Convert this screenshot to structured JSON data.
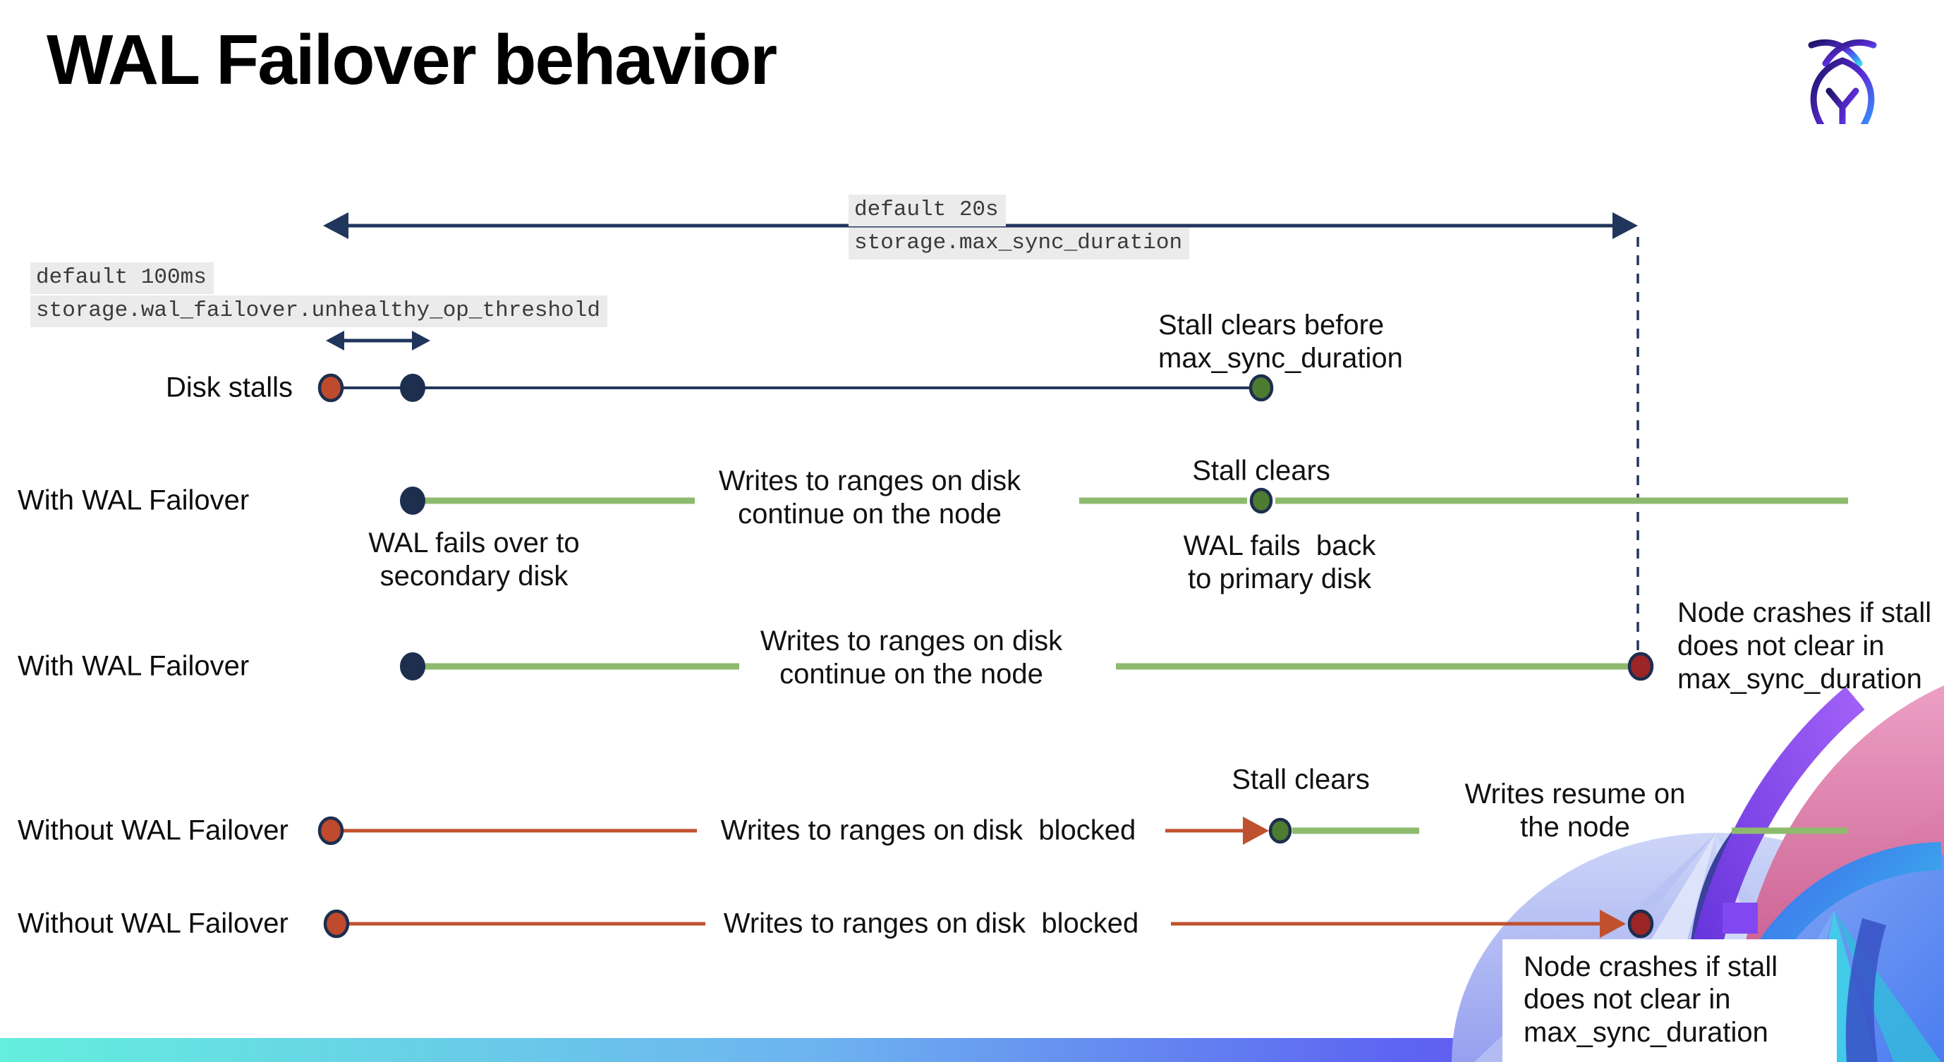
{
  "title": "WAL Failover behavior",
  "logo": {
    "name": "cockroachdb-logo"
  },
  "config_labels": {
    "max_sync_duration": {
      "default_value": "default 20s",
      "setting": "storage.max_sync_duration"
    },
    "unhealthy_op_threshold": {
      "default_value": "default 100ms",
      "setting": "storage.wal_failover.unhealthy_op_threshold"
    }
  },
  "rows": [
    {
      "label": "Disk stalls",
      "note": "Stall clears before\nmax_sync_duration"
    },
    {
      "label": "With WAL Failover",
      "note": "Writes to ranges on disk\ncontinue on the node",
      "event_start": "WAL fails over to\nsecondary disk",
      "event_mid_top": "Stall clears",
      "event_mid_bottom": "WAL fails  back\nto primary disk"
    },
    {
      "label": "With WAL Failover",
      "note": "Writes to ranges on disk\ncontinue on the node",
      "event_end": "Node crashes if stall\ndoes not clear in\nmax_sync_duration"
    },
    {
      "label": "Without WAL Failover",
      "note": "Writes to ranges on disk  blocked",
      "event_mid_top": "Stall clears",
      "event_resume": "Writes resume on\nthe node"
    },
    {
      "label": "Without WAL Failover",
      "note": "Writes to ranges on disk  blocked",
      "event_end": "Node crashes if stall\ndoes not clear in\nmax_sync_duration"
    }
  ],
  "colors": {
    "navy_line": "#21365c",
    "navy_dot": "#1d2e4e",
    "green_line": "#8eba6e",
    "green_dot": "#4d7c31",
    "red_line": "#c0512f",
    "red_dot": "#bf4a2e",
    "dark_red_dot": "#9c2525",
    "config_label_bg": "#ebebeb",
    "bottom_bar_gradient": [
      "#63eedd",
      "#6db3f0",
      "#5d64f1",
      "#7b3ce2"
    ]
  }
}
